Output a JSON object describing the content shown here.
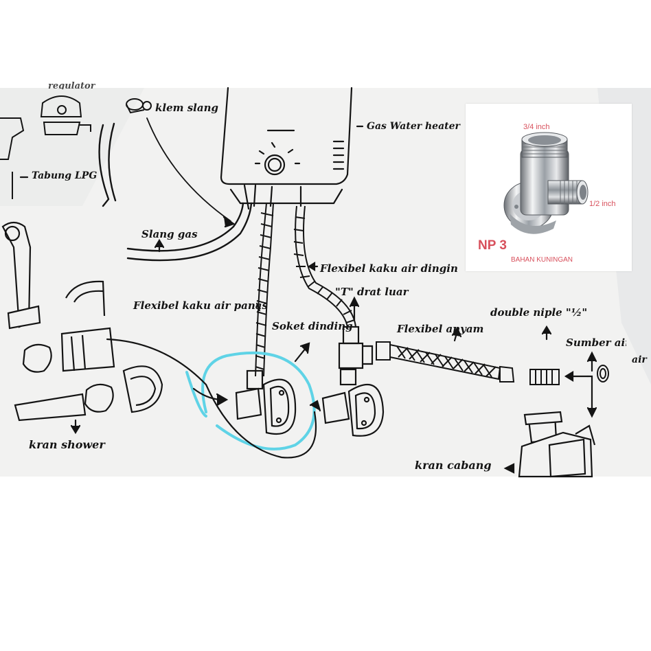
{
  "diagram": {
    "labels": {
      "top_cut": "regulator",
      "klem_slang": "klem slang",
      "gas_water_heater": "Gas Water heater",
      "tabung_lpg": "Tabung LPG",
      "slang_gas": "Slang gas",
      "flexibel_kaku_air_dingin": "Flexibel kaku air dingin",
      "t_drat_luar": "\"T\" drat luar",
      "flexibel_kaku_air_panas": "Flexibel kaku air panas",
      "soket_dinding": "Soket dinding",
      "flexibel_anyam": "Flexibel anyam",
      "double_niple": "double niple \"½\"",
      "sumber_air": "Sumber air",
      "air_cut": "air",
      "kran_shower": "kran shower",
      "kran_cabang": "kran cabang"
    },
    "highlight_color": "#5fd3e6",
    "ink_color": "#141414"
  },
  "inset": {
    "size_top": "3/4 inch",
    "size_side": "1/2 inch",
    "product_code": "NP 3",
    "material": "BAHAN KUNINGAN",
    "accent_color": "#d8505c"
  }
}
